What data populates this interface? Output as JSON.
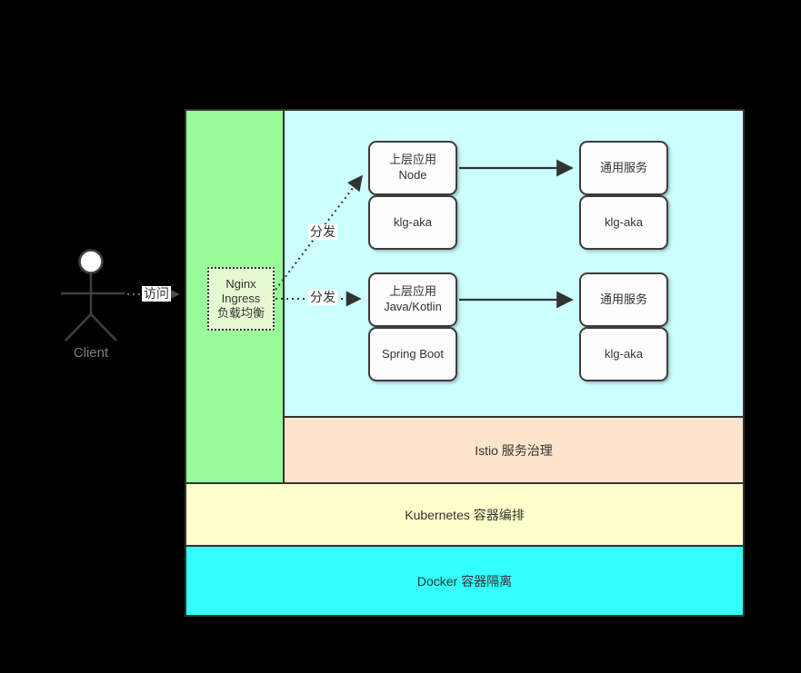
{
  "actor": {
    "label": "Client"
  },
  "edges": {
    "visit_label": "访问",
    "dispatch_node_label": "分发",
    "dispatch_java_label": "分发"
  },
  "ingress": {
    "line1": "Nginx",
    "line2": "Ingress",
    "line3": "负载均衡"
  },
  "nodes": {
    "node_app": {
      "line1": "上层应用",
      "line2": "Node"
    },
    "node_sdk": {
      "label": "klg-aka"
    },
    "node_service": {
      "label": "通用服务"
    },
    "node_service_sdk": {
      "label": "klg-aka"
    },
    "java_app": {
      "line1": "上层应用",
      "line2": "Java/Kotlin"
    },
    "java_sdk": {
      "label": "Spring Boot"
    },
    "java_service": {
      "label": "通用服务"
    },
    "java_service_sdk": {
      "label": "klg-aka"
    }
  },
  "layers": {
    "istio": "Istio 服务治理",
    "kubernetes": "Kubernetes 容器编排",
    "docker": "Docker 容器隔离"
  },
  "colors": {
    "background": "#000000",
    "ingress_panel": "#99fb99",
    "services_area": "#ccffff",
    "istio_band": "#fce4cd",
    "kubernetes_band": "#ffffcc",
    "docker_band": "#33ffff",
    "nginx_fill": "#e5fad2",
    "stroke": "#333333"
  }
}
